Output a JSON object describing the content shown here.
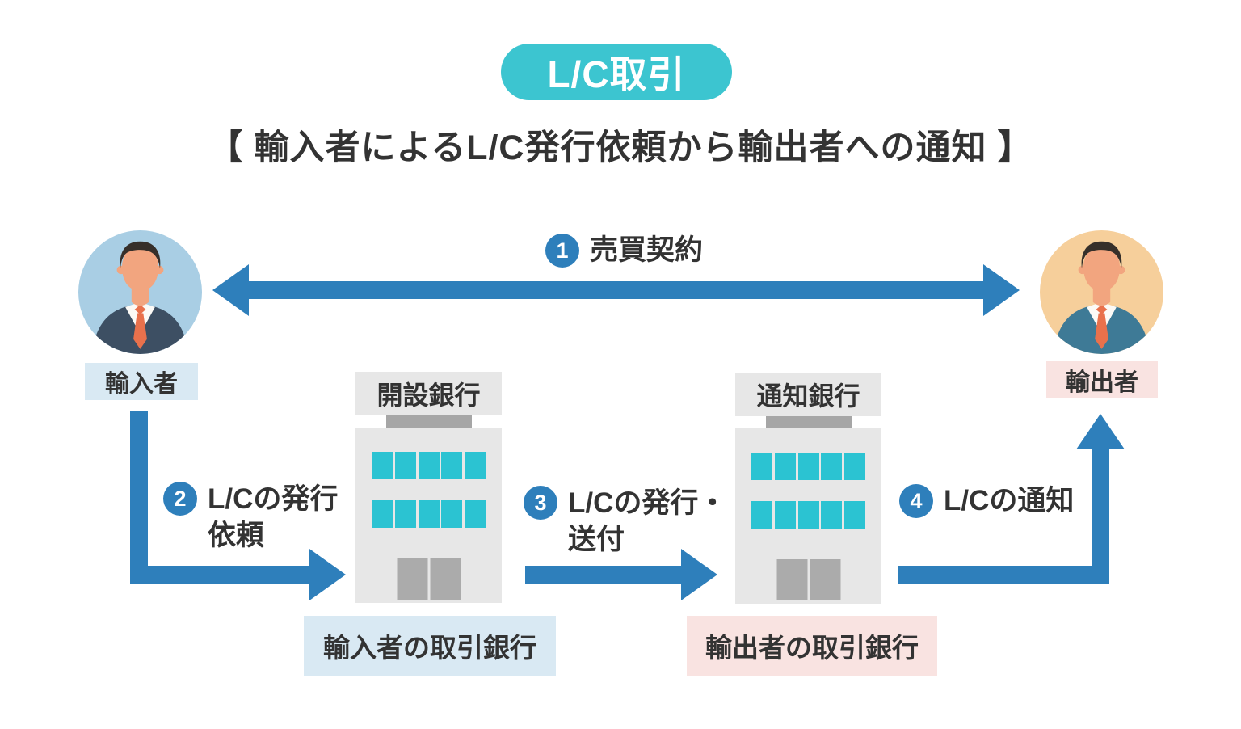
{
  "title_badge": "L/C取引",
  "subtitle": "【 輸入者によるL/C発行依頼から輸出者への通知 】",
  "actors": {
    "importer": {
      "label": "輸入者"
    },
    "exporter": {
      "label": "輸出者"
    }
  },
  "banks": {
    "issuing": {
      "sign": "開設銀行",
      "caption": "輸入者の取引銀行"
    },
    "advising": {
      "sign": "通知銀行",
      "caption": "輸出者の取引銀行"
    }
  },
  "steps": [
    {
      "number": "1",
      "lines": [
        "売買契約"
      ]
    },
    {
      "number": "2",
      "lines": [
        "L/Cの発行",
        "依頼"
      ]
    },
    {
      "number": "3",
      "lines": [
        "L/Cの発行・",
        "送付"
      ]
    },
    {
      "number": "4",
      "lines": [
        "L/Cの通知"
      ]
    }
  ],
  "colors": {
    "accent_teal": "#3cc5d0",
    "arrow_blue": "#2e7fbb",
    "text_dark": "#333333",
    "light_blue_bg": "#d9e9f3",
    "light_pink_bg": "#f9e3e1",
    "building_gray": "#e7e7e7",
    "roof_gray": "#a6a6a6",
    "door_gray": "#ababab",
    "window_teal": "#2bc3d2",
    "importer_avatar_bg": "#a9cee4",
    "importer_suit": "#3d4f63",
    "exporter_avatar_bg": "#f6cf9b",
    "exporter_suit": "#3e7a96",
    "skin": "#f2a57f",
    "tie_orange": "#e9714c",
    "hair_dark": "#362f2a",
    "shirt_white": "#fcfaf6"
  }
}
